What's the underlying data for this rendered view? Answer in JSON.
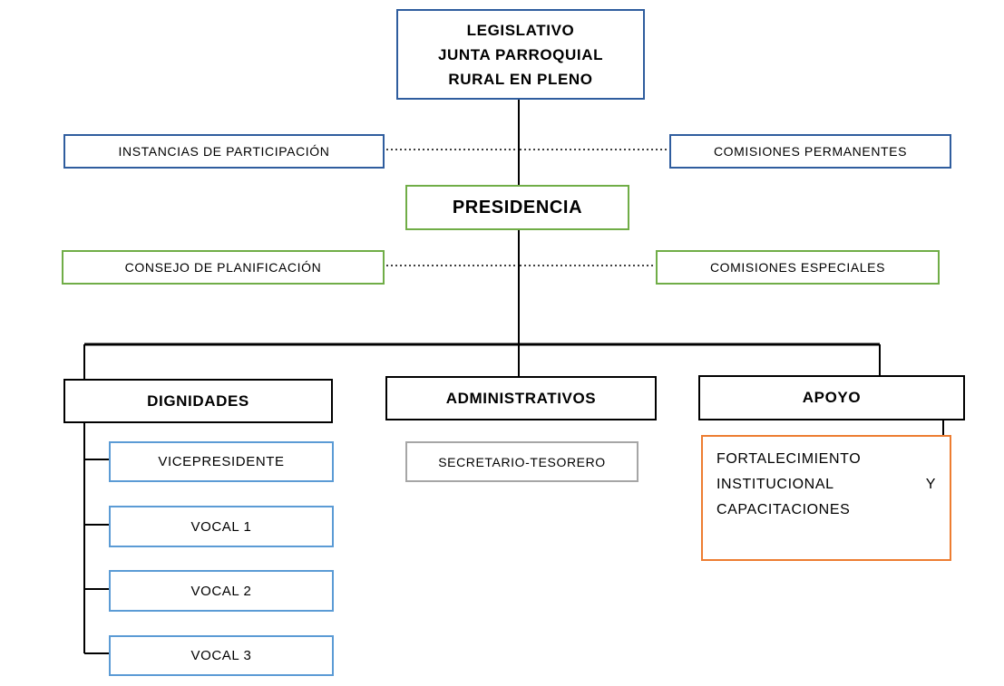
{
  "nodes": {
    "legislativo": {
      "line1": "LEGISLATIVO",
      "line2": "JUNTA PARROQUIAL",
      "line3": "RURAL EN PLENO"
    },
    "instancias_participacion": {
      "label": "INSTANCIAS DE PARTICIPACIÓN"
    },
    "comisiones_permanentes": {
      "label": "COMISIONES PERMANENTES"
    },
    "presidencia": {
      "label": "PRESIDENCIA"
    },
    "consejo_planificacion": {
      "label": "CONSEJO DE PLANIFICACIÓN"
    },
    "comisiones_especiales": {
      "label": "COMISIONES ESPECIALES"
    },
    "dignidades": {
      "label": "DIGNIDADES"
    },
    "administrativos": {
      "label": "ADMINISTRATIVOS"
    },
    "apoyo": {
      "label": "APOYO"
    },
    "vicepresidente": {
      "label": "VICEPRESIDENTE"
    },
    "vocal_1": {
      "label": "VOCAL 1"
    },
    "vocal_2": {
      "label": "VOCAL 2"
    },
    "vocal_3": {
      "label": "VOCAL 3"
    },
    "secretario_tesorero": {
      "label": "SECRETARIO-TESORERO"
    },
    "fortalecimiento": {
      "label": "FORTALECIMIENTO INSTITUCIONAL Y CAPACITACIONES"
    }
  },
  "colors": {
    "blue_dark": "#2f5d9e",
    "blue_light": "#5b9bd5",
    "green": "#70ad47",
    "black": "#000000",
    "gray": "#a6a6a6",
    "orange": "#ed7d31"
  },
  "connections": [
    {
      "from": "legislativo",
      "to": "presidencia",
      "style": "solid"
    },
    {
      "from": "instancias_participacion",
      "to": "trunk",
      "style": "dotted"
    },
    {
      "from": "comisiones_permanentes",
      "to": "trunk",
      "style": "dotted"
    },
    {
      "from": "consejo_planificacion",
      "to": "trunk",
      "style": "dotted"
    },
    {
      "from": "comisiones_especiales",
      "to": "trunk",
      "style": "dotted"
    },
    {
      "from": "presidencia",
      "to": "dignidades",
      "style": "solid"
    },
    {
      "from": "presidencia",
      "to": "administrativos",
      "style": "solid"
    },
    {
      "from": "presidencia",
      "to": "apoyo",
      "style": "solid"
    },
    {
      "from": "dignidades",
      "to": "vicepresidente",
      "style": "solid"
    },
    {
      "from": "dignidades",
      "to": "vocal_1",
      "style": "solid"
    },
    {
      "from": "dignidades",
      "to": "vocal_2",
      "style": "solid"
    },
    {
      "from": "dignidades",
      "to": "vocal_3",
      "style": "solid"
    },
    {
      "from": "apoyo",
      "to": "fortalecimiento",
      "style": "solid"
    }
  ]
}
